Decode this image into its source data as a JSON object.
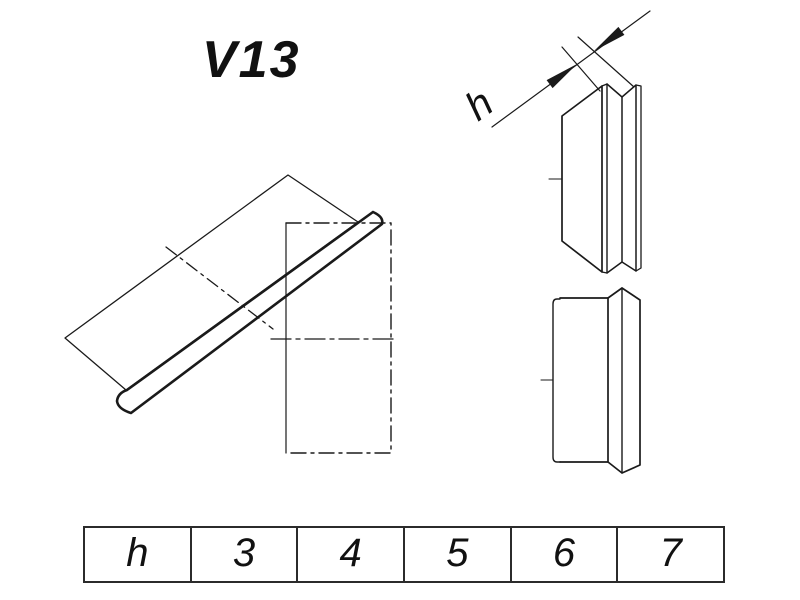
{
  "title": "V13",
  "drawing": {
    "dimension_label": "h",
    "line_color": "#1a1a1a",
    "background_color": "#ffffff"
  },
  "table": {
    "cells": [
      "h",
      "3",
      "4",
      "5",
      "6",
      "7"
    ]
  }
}
